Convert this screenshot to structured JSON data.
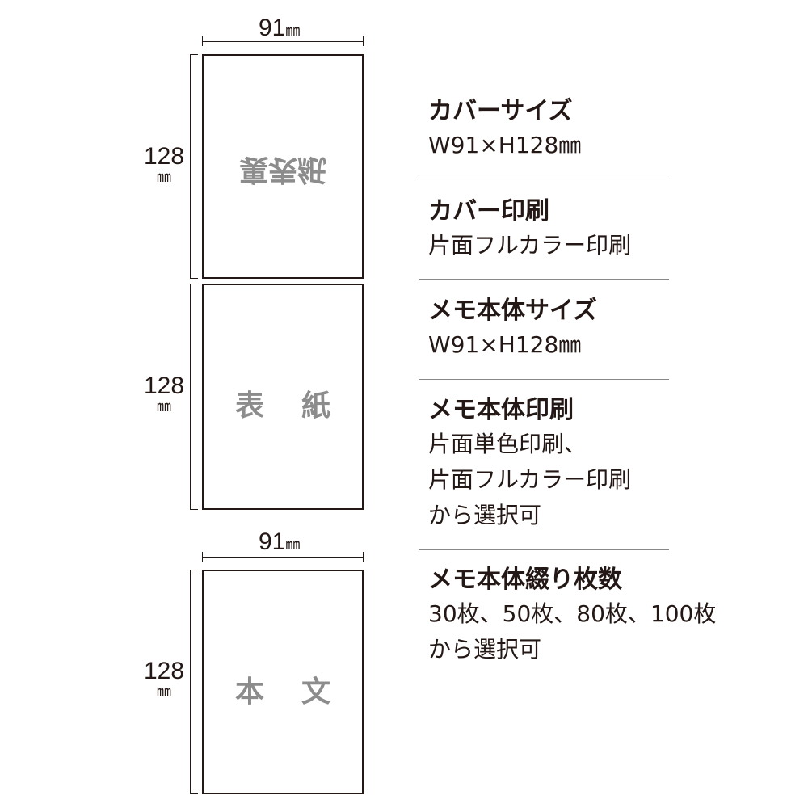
{
  "diagram": {
    "width_label": "91",
    "height_label": "128",
    "unit": "㎜",
    "cover_back_label": "裏表紙",
    "cover_front_label": {
      "first": "表",
      "second": "紙"
    },
    "body_label": {
      "first": "本",
      "second": "文"
    }
  },
  "specs": [
    {
      "title": "カバーサイズ",
      "lines": [
        "W91×H128㎜"
      ]
    },
    {
      "title": "カバー印刷",
      "lines": [
        "片面フルカラー印刷"
      ]
    },
    {
      "title": "メモ本体サイズ",
      "lines": [
        "W91×H128㎜"
      ]
    },
    {
      "title": "メモ本体印刷",
      "lines": [
        "片面単色印刷、",
        "片面フルカラー印刷",
        "から選択可"
      ]
    },
    {
      "title": "メモ本体綴り枚数",
      "lines": [
        "30枚、50枚、80枚、100枚",
        "から選択可"
      ]
    }
  ],
  "colors": {
    "line": "#231815",
    "label_gray": "#8c8c8c",
    "divider": "#888888"
  }
}
